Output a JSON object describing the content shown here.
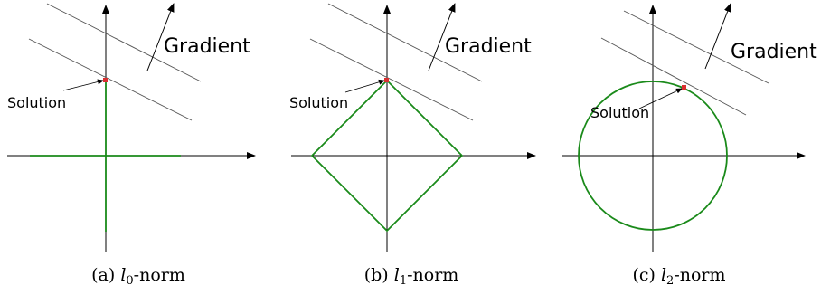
{
  "colors": {
    "axis": "#000000",
    "constraint_lines": "#555555",
    "norm_shape": "#1a8a1a",
    "solution_point": "#d93030",
    "text": "#000000"
  },
  "panels": [
    {
      "id": "a",
      "norm": "l0",
      "gradient_label": "Gradient",
      "solution_label": "Solution",
      "caption": {
        "prefix": "(a) ",
        "symbol": "l",
        "subscript": "0",
        "suffix": "-norm"
      }
    },
    {
      "id": "b",
      "norm": "l1",
      "gradient_label": "Gradient",
      "solution_label": "Solution",
      "caption": {
        "prefix": "(b) ",
        "symbol": "l",
        "subscript": "1",
        "suffix": "-norm"
      }
    },
    {
      "id": "c",
      "norm": "l2",
      "gradient_label": "Gradient",
      "solution_label": "Solution",
      "caption": {
        "prefix": "(c) ",
        "symbol": "l",
        "subscript": "2",
        "suffix": "-norm"
      }
    }
  ]
}
